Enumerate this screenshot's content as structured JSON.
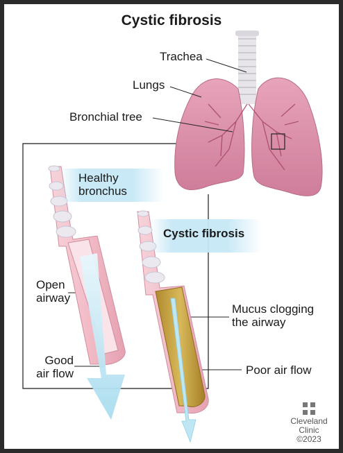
{
  "title": "Cystic fibrosis",
  "labels": {
    "trachea": "Trachea",
    "lungs": "Lungs",
    "bronchial_tree": "Bronchial tree",
    "healthy_bronchus_line1": "Healthy",
    "healthy_bronchus_line2": "bronchus",
    "cystic_fibrosis": "Cystic fibrosis",
    "open_airway_line1": "Open",
    "open_airway_line2": "airway",
    "good_air_flow_line1": "Good",
    "good_air_flow_line2": "air flow",
    "mucus_line1": "Mucus clogging",
    "mucus_line2": "the airway",
    "poor_air_flow": "Poor air flow"
  },
  "logo": {
    "line1": "Cleveland",
    "line2": "Clinic",
    "copyright": "©2023"
  },
  "colors": {
    "background": "#2b2b2b",
    "panel": "#ffffff",
    "lung_fill": "#d98aa5",
    "bronchus_wall": "#f0bcc6",
    "cartilage_ring": "#e8e4ec",
    "mucus": "#c9a54a",
    "air_arrow": "#bfe6f3",
    "callout_band": "#c6e8f6",
    "leader_line": "#222222"
  }
}
